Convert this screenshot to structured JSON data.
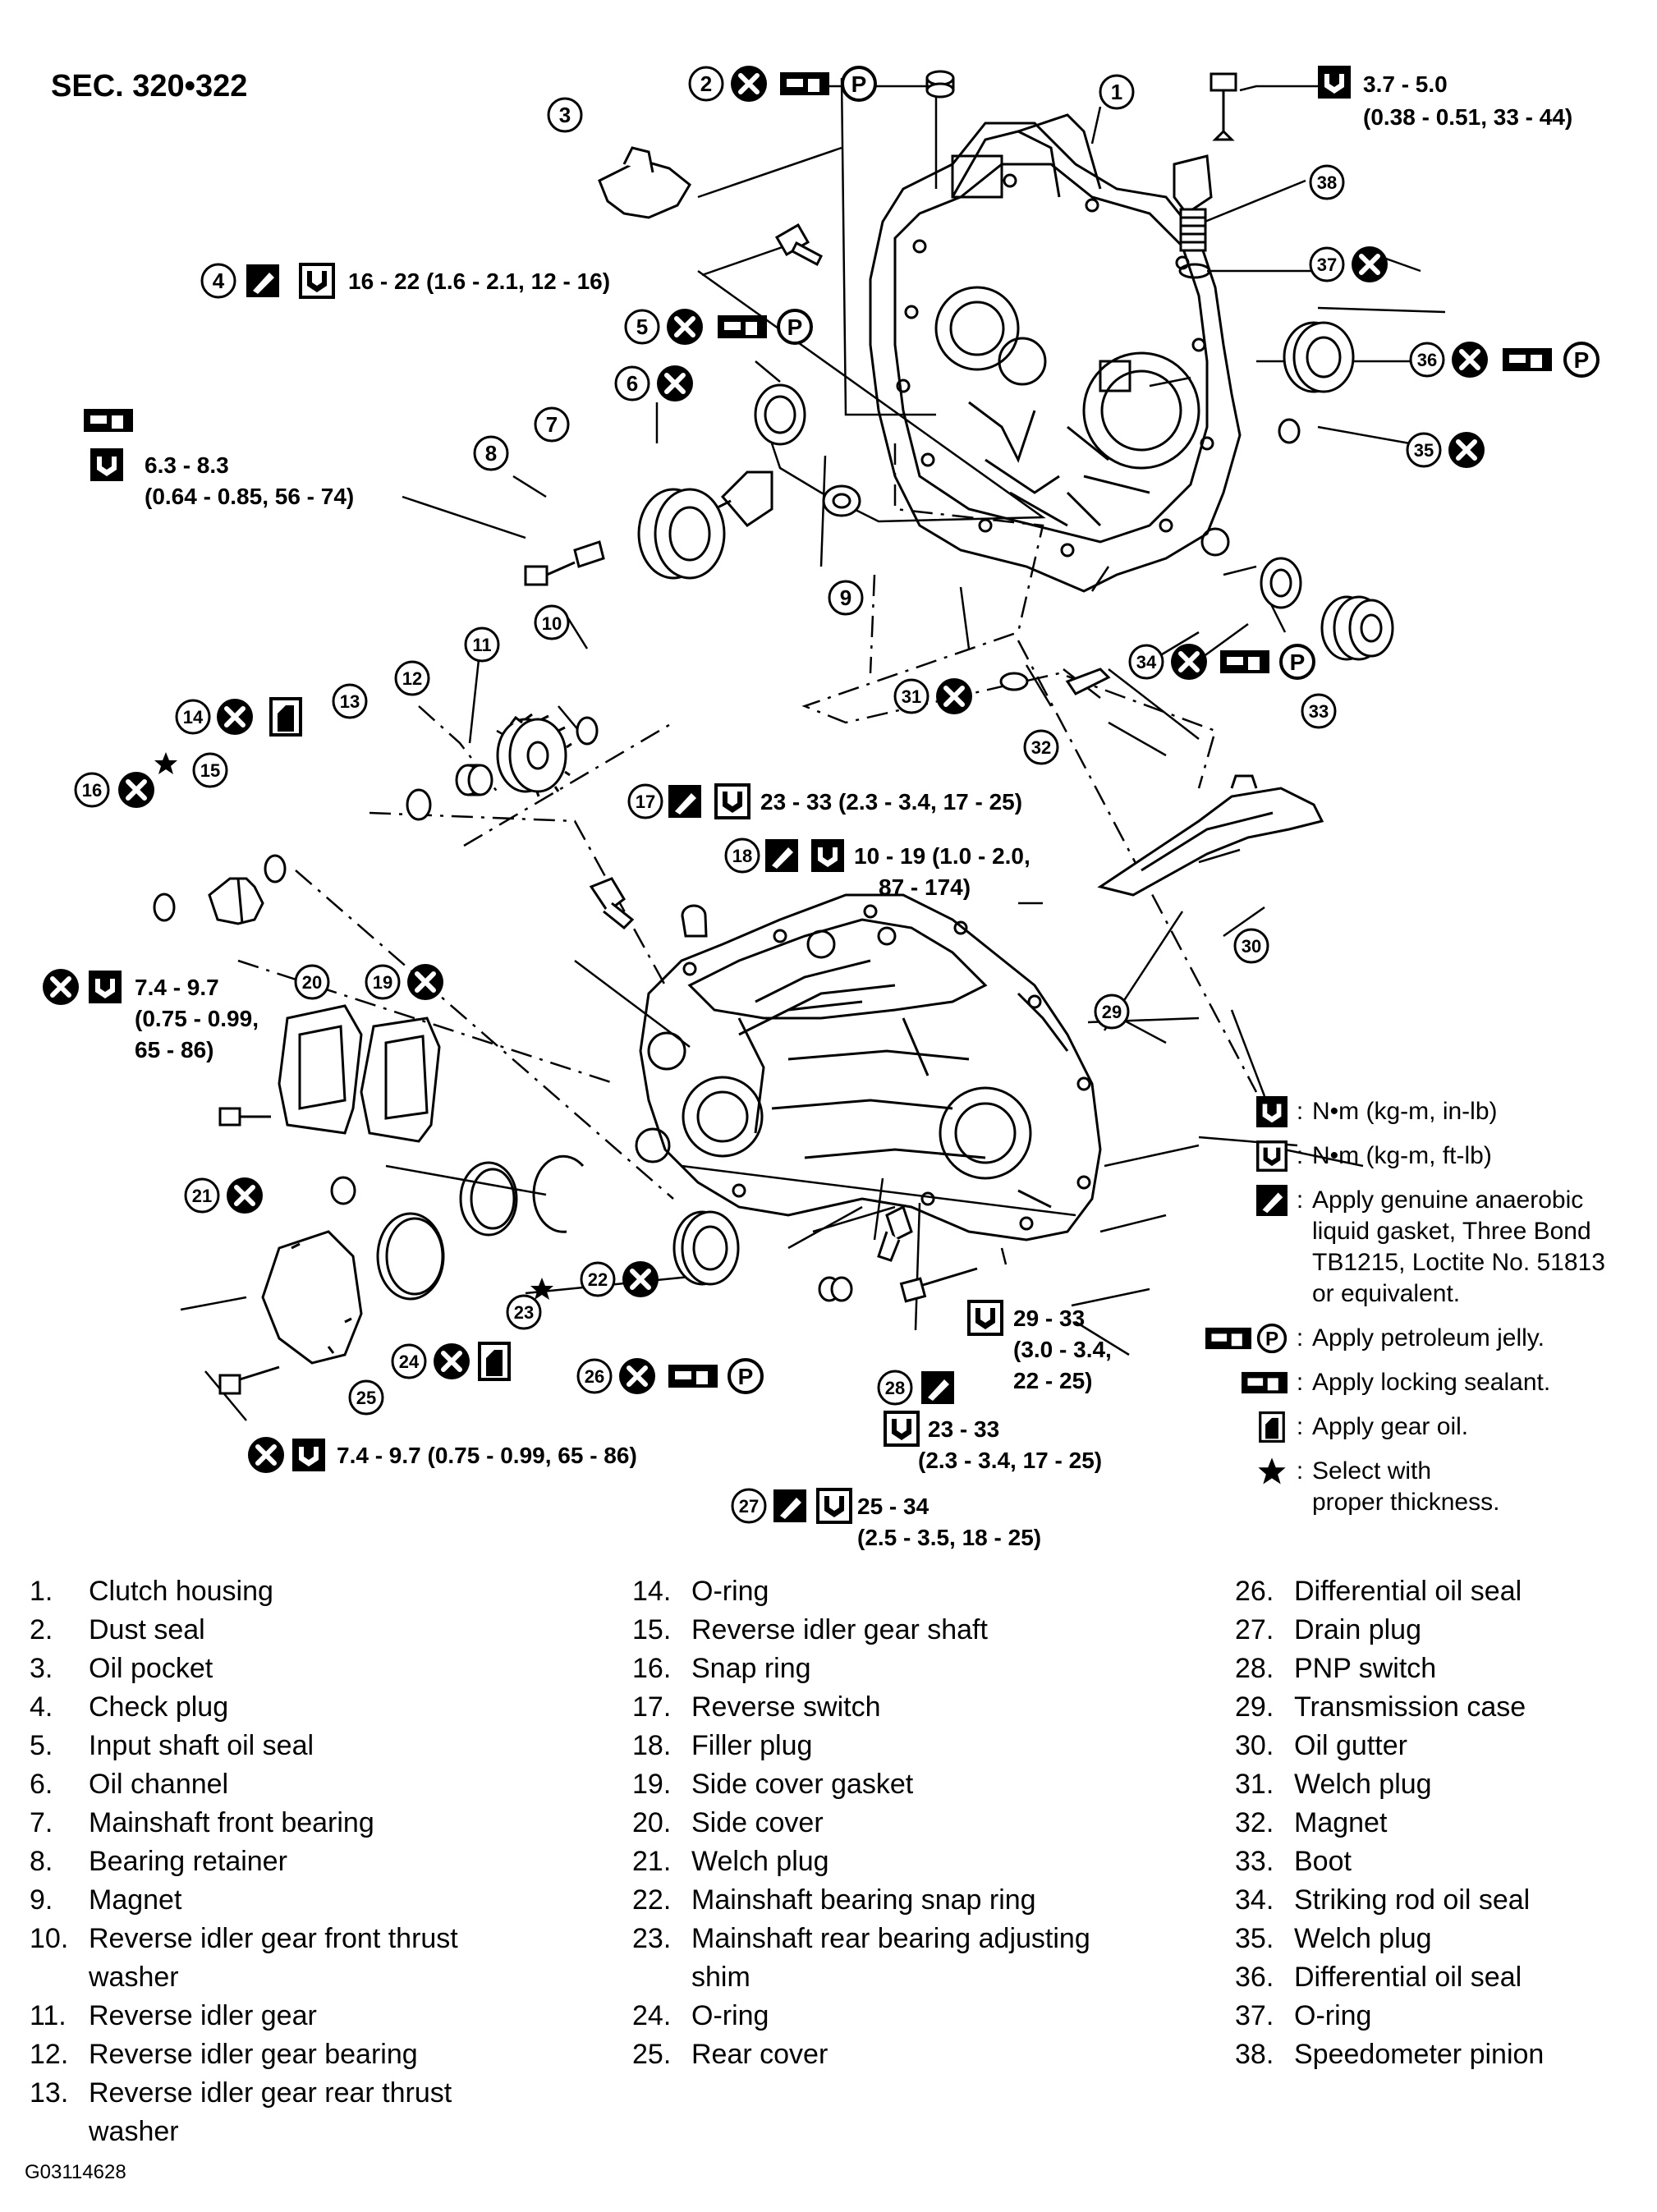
{
  "section_title": "SEC. 320•322",
  "figure_id": "G03114628",
  "torque_specs": {
    "t38": [
      "3.7 - 5.0",
      "(0.38 - 0.51, 33 - 44)"
    ],
    "t4": "16 - 22 (1.6 - 2.1, 12 - 16)",
    "t8": [
      "6.3 - 8.3",
      "(0.64 - 0.85, 56 - 74)"
    ],
    "t17": "23 - 33 (2.3 - 3.4, 17 - 25)",
    "t18": [
      "10 - 19 (1.0 - 2.0,",
      "87 - 174)"
    ],
    "t20": [
      "7.4 - 9.7",
      "(0.75 - 0.99,",
      "65 - 86)"
    ],
    "t25": "7.4 - 9.7 (0.75 - 0.99, 65 - 86)",
    "t29": [
      "29 - 33",
      "(3.0 - 3.4,",
      "22 - 25)"
    ],
    "t28": [
      "23 - 33",
      "(2.3 - 3.4, 17 - 25)"
    ],
    "t27": [
      "25 - 34",
      "(2.5 - 3.5, 18 - 25)"
    ]
  },
  "legend": [
    {
      "icons": [
        "wrench-box-icon"
      ],
      "text": "N•m (kg-m, in-lb)"
    },
    {
      "icons": [
        "wrench-open-icon"
      ],
      "text": "N•m (kg-m, ft-lb)"
    },
    {
      "icons": [
        "gasket-icon"
      ],
      "text": "Apply genuine anaerobic\nliquid gasket, Three Bond\nTB1215, Loctite No. 51813\nor equivalent."
    },
    {
      "icons": [
        "petroleum-jelly-icon",
        "p-circle-icon"
      ],
      "text": "Apply petroleum jelly."
    },
    {
      "icons": [
        "locking-sealant-icon"
      ],
      "text": "Apply locking sealant."
    },
    {
      "icons": [
        "gear-oil-icon"
      ],
      "text": "Apply gear oil."
    },
    {
      "icons": [
        "star-icon"
      ],
      "text": "Select with\nproper thickness."
    }
  ],
  "parts_col1": [
    {
      "n": "1.",
      "name": "Clutch housing"
    },
    {
      "n": "2.",
      "name": "Dust seal"
    },
    {
      "n": "3.",
      "name": "Oil pocket"
    },
    {
      "n": "4.",
      "name": "Check plug"
    },
    {
      "n": "5.",
      "name": "Input shaft oil seal"
    },
    {
      "n": "6.",
      "name": "Oil channel"
    },
    {
      "n": "7.",
      "name": "Mainshaft front bearing"
    },
    {
      "n": "8.",
      "name": "Bearing retainer"
    },
    {
      "n": "9.",
      "name": "Magnet"
    },
    {
      "n": "10.",
      "name": "Reverse idler gear front thrust\nwasher"
    },
    {
      "n": "11.",
      "name": "Reverse idler gear"
    },
    {
      "n": "12.",
      "name": "Reverse idler gear bearing"
    },
    {
      "n": "13.",
      "name": "Reverse idler gear rear thrust\nwasher"
    }
  ],
  "parts_col2": [
    {
      "n": "14.",
      "name": "O-ring"
    },
    {
      "n": "15.",
      "name": "Reverse idler gear shaft"
    },
    {
      "n": "16.",
      "name": "Snap ring"
    },
    {
      "n": "17.",
      "name": "Reverse switch"
    },
    {
      "n": "18.",
      "name": "Filler plug"
    },
    {
      "n": "19.",
      "name": "Side cover gasket"
    },
    {
      "n": "20.",
      "name": "Side cover"
    },
    {
      "n": "21.",
      "name": "Welch plug"
    },
    {
      "n": "22.",
      "name": "Mainshaft bearing snap ring"
    },
    {
      "n": "23.",
      "name": "Mainshaft rear bearing adjusting\nshim"
    },
    {
      "n": "24.",
      "name": "O-ring"
    },
    {
      "n": "25.",
      "name": "Rear cover"
    }
  ],
  "parts_col3": [
    {
      "n": "26.",
      "name": "Differential oil seal"
    },
    {
      "n": "27.",
      "name": "Drain plug"
    },
    {
      "n": "28.",
      "name": "PNP switch"
    },
    {
      "n": "29.",
      "name": "Transmission case"
    },
    {
      "n": "30.",
      "name": "Oil gutter"
    },
    {
      "n": "31.",
      "name": "Welch plug"
    },
    {
      "n": "32.",
      "name": "Magnet"
    },
    {
      "n": "33.",
      "name": "Boot"
    },
    {
      "n": "34.",
      "name": "Striking rod oil seal"
    },
    {
      "n": "35.",
      "name": "Welch plug"
    },
    {
      "n": "36.",
      "name": "Differential oil seal"
    },
    {
      "n": "37.",
      "name": "O-ring"
    },
    {
      "n": "38.",
      "name": "Speedometer pinion"
    }
  ]
}
